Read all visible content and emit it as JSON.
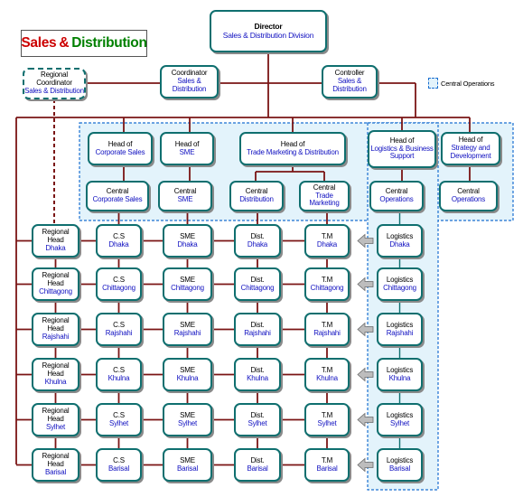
{
  "title": {
    "part1": "Sales",
    "amp": "&",
    "part2": "Distribution"
  },
  "legend": {
    "label": "Central Operations"
  },
  "colors": {
    "title_red": "#cc0000",
    "title_green": "#008000",
    "connector": "#7a1414",
    "node_border": "#0f6f6f",
    "node_subtext": "#1010c0",
    "operations_fill": "#e3f3fb",
    "operations_border": "#1a6fd0"
  },
  "director": {
    "line1": "Director",
    "line2": "Sales & Distribution Division"
  },
  "regional_coordinator": {
    "line1": "Regional Coordinator",
    "line2": "Sales & Distribution"
  },
  "coordinator": {
    "line1": "Coordinator",
    "line2": "Sales & Distribution"
  },
  "controller": {
    "line1": "Controller",
    "line2": "Sales & Distribution"
  },
  "heads": [
    {
      "line1": "Head of",
      "line2": "Corporate Sales"
    },
    {
      "line1": "Head of",
      "line2": "SME"
    },
    {
      "line1": "Head of",
      "line2": "Trade Marketing & Distribution"
    },
    {
      "line1": "Head of",
      "line2": "Logistics & Business Support"
    },
    {
      "line1": "Head of",
      "line2": "Strategy and Development"
    }
  ],
  "central": [
    {
      "line1": "Central",
      "line2": "Corporate Sales"
    },
    {
      "line1": "Central",
      "line2": "SME"
    },
    {
      "line1": "Central",
      "line2": "Distribution"
    },
    {
      "line1": "Central",
      "line2": "Trade Marketing"
    },
    {
      "line1": "Central",
      "line2": "Operations"
    },
    {
      "line1": "Central",
      "line2": "Operations"
    }
  ],
  "regions": [
    "Dhaka",
    "Chittagong",
    "Rajshahi",
    "Khulna",
    "Sylhet",
    "Barisal"
  ],
  "unit_prefixes": [
    "Regional Head",
    "C.S",
    "SME",
    "Dist.",
    "T.M",
    "Logistics"
  ]
}
